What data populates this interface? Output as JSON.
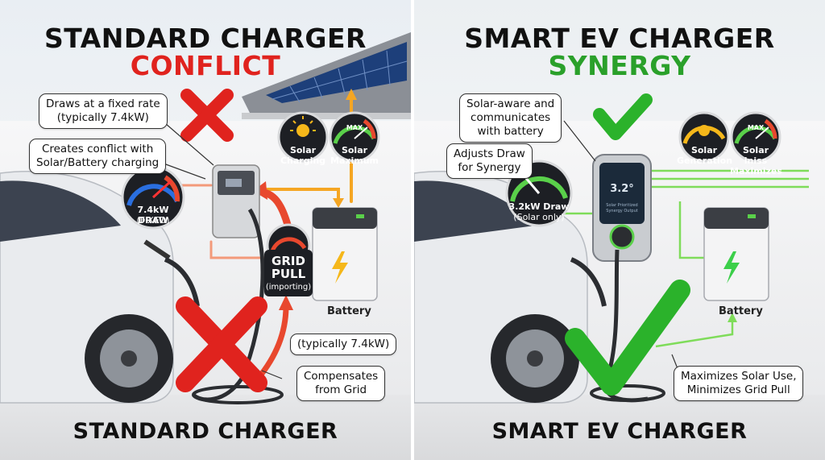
{
  "left": {
    "title_line1": "STANDARD CHARGER",
    "title_line2": "CONFLICT",
    "bottom_title": "STANDARD CHARGER",
    "callouts": {
      "fixed_rate": "Draws at a fixed rate\n(typically 7.4kW)",
      "conflict": "Creates conflict with\nSolar/Battery charging",
      "typically": "(typically 7.4kW)",
      "compensates": "Compensates\nfrom Grid"
    },
    "gauges": {
      "draw_line1": "7.4kW DRAW",
      "draw_line2": "(FIXED)",
      "solar_charging": "Solar\nCharging",
      "solar_max_top": "MAX",
      "solar_maximum": "Solar\nMaximum",
      "grid_pull_line1": "GRID",
      "grid_pull_line2": "PULL",
      "grid_pull_line3": "(importing)"
    },
    "battery_label": "Battery"
  },
  "right": {
    "title_line1": "SMART EV CHARGER",
    "title_line2": "SYNERGY",
    "bottom_title": "SMART EV CHARGER",
    "callouts": {
      "solar_aware": "Solar-aware and\ncommunicates\nwith battery",
      "adjusts": "Adjusts Draw\nfor Synergy",
      "maximizes": "Maximizes Solar Use,\nMinimizes Grid Pull"
    },
    "gauges": {
      "draw_line1": "3.2kW Draw",
      "draw_line2": "(Solar only)",
      "solar_generation": "Solar\nGeneration",
      "solar_max_top": "MAX",
      "solar_maximizes": "Solar iniss\nMaximizes"
    },
    "screen_value": "3.2°",
    "screen_text": "Solar Prioritized\nSynergy Output",
    "battery_label": "Battery"
  },
  "colors": {
    "conflict_red": "#e0231e",
    "synergy_green": "#2aa02a",
    "flow_orange": "#f5a623",
    "flow_green": "#7fdc5a"
  }
}
